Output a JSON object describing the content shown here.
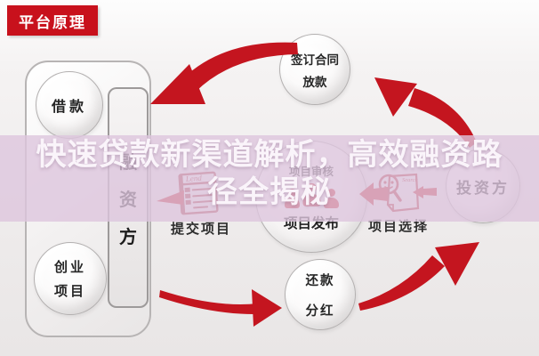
{
  "badge": {
    "label": "平台原理"
  },
  "overlay": {
    "title_line1": "快速贷款新渠道解析，高效融资路",
    "title_line2": "径全揭秘"
  },
  "diagram": {
    "left_panel": {
      "node_borrow": "借款",
      "node_startup_line1": "创业",
      "node_startup_line2": "项目",
      "bar_chars": [
        "融",
        "资",
        "方"
      ]
    },
    "nodes": {
      "sign_contract_line1": "签订合同",
      "sign_contract_line2": "放款",
      "review": "项目审核",
      "publish": "项目发布",
      "submit": "提交项目",
      "select": "项目选择",
      "investor": "投资方",
      "repay_line1": "还款",
      "repay_line2": "分红"
    },
    "icons": {
      "lend_doc_label": "Lend",
      "search_doc_label": "Search"
    }
  },
  "colors": {
    "accent_red": "#c4151f",
    "badge_red": "#c8111c",
    "overlay_band": "#ddc6dd"
  }
}
